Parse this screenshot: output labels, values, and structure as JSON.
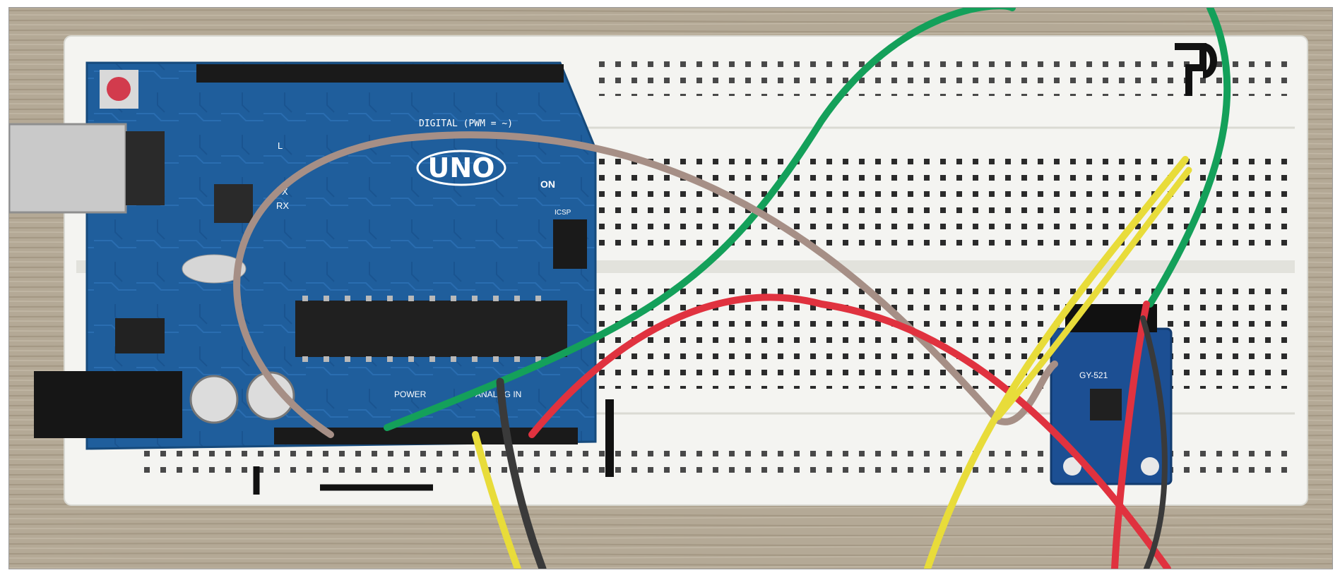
{
  "photo": {
    "board_labels": {
      "uno_logo": "UNO",
      "on_label": "ON",
      "tx_label": "TX",
      "rx_label": "RX",
      "l_label": "L",
      "digital_label": "DIGITAL (PWM = ~)",
      "power_label": "POWER",
      "analog_label": "ANALOG IN",
      "icsp_label": "ICSP",
      "module_label": "GY-521"
    },
    "colors": {
      "wood": "#b4a996",
      "breadboard": "#f4f4f1",
      "arduino_pcb": "#1f5e9c",
      "sensor_pcb": "#1c4f93",
      "wire_green": "#14a05a",
      "wire_red": "#e0323f",
      "wire_yellow": "#e8dc3a",
      "wire_brown": "#a68f86",
      "wire_black": "#3a3a3a"
    }
  }
}
